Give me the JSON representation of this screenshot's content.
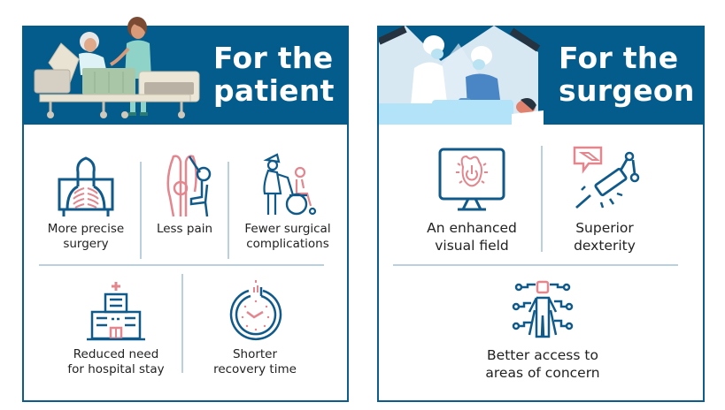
{
  "colors": {
    "header_bg": "#035c8c",
    "icon_blue": "#0f5a8a",
    "icon_pink": "#e3868e",
    "separator": "#b8d0df",
    "text": "#222222"
  },
  "patient_panel": {
    "title_line1": "For the",
    "title_line2": "patient",
    "illustration": "nurse-with-patient-in-hospital-bed",
    "benefits": [
      {
        "icon": "chest-xray-icon",
        "line1": "More precise",
        "line2": "surgery"
      },
      {
        "icon": "hands-pain-icon",
        "line1": "Less pain",
        "line2": ""
      },
      {
        "icon": "wheelchair-nurse-icon",
        "line1": "Fewer surgical",
        "line2": "complications"
      },
      {
        "icon": "hospital-building-icon",
        "line1": "Reduced need",
        "line2": "for hospital stay"
      },
      {
        "icon": "stopwatch-icon",
        "line1": "Shorter",
        "line2": "recovery time"
      }
    ]
  },
  "surgeon_panel": {
    "title_line1": "For the",
    "title_line2": "surgeon",
    "illustration": "surgeons-operating-on-patient",
    "benefits": [
      {
        "icon": "monitor-heart-icon",
        "line1": "An enhanced",
        "line2": "visual field"
      },
      {
        "icon": "robotic-arm-icon",
        "line1": "Superior",
        "line2": "dexterity"
      },
      {
        "icon": "body-circuit-icon",
        "line1": "Better access to",
        "line2": "areas of concern"
      }
    ]
  }
}
